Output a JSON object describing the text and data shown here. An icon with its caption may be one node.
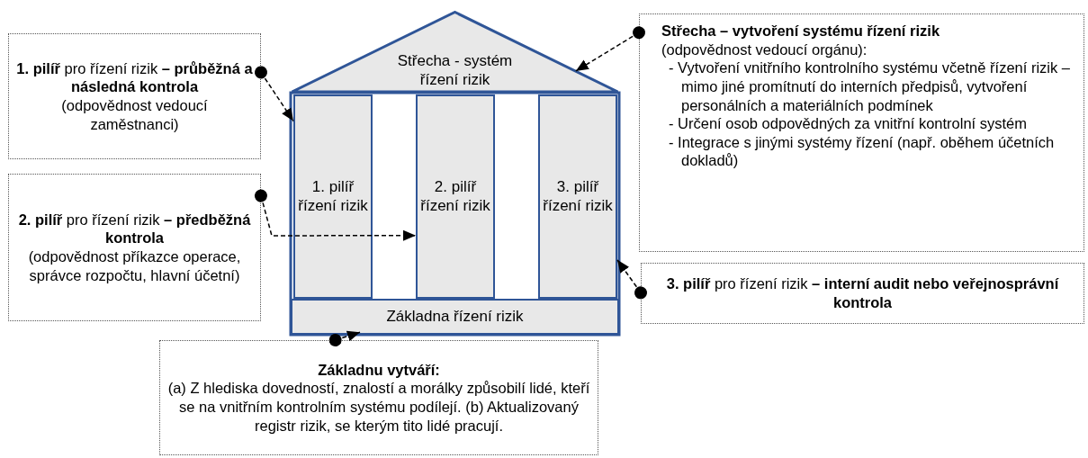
{
  "diagram": {
    "nodes": [
      {
        "text": [
          "Střecha - systém řízení rizik"
        ]
      },
      {
        "text": [
          "1. pilíř řízení rizik"
        ]
      },
      {
        "text": [
          "2. pilíř řízení rizik"
        ]
      },
      {
        "text": [
          "3. pilíř řízení rizik"
        ]
      },
      {
        "text": [
          "Základna řízení rizik"
        ]
      },
      {
        "text": [
          "**1. pilíř** pro řízení rizik **– průběžná a následná kontrola**",
          "(odpovědnost vedoucí zaměstnanci)"
        ]
      },
      {
        "text": [
          "**2. pilíř** pro řízení rizik **– předběžná kontrola**",
          "(odpovědnost příkazce operace, správce rozpočtu, hlavní účetní)"
        ]
      },
      {
        "text": [
          "Střecha – vytvoření systému řízení rizik",
          "(odpovědnost vedoucí orgánu):",
          "- Vytvoření vnitřního kontrolního systému včetně řízení rizik – mimo jiné promítnutí do interních předpisů, vytvoření personálních a materiálních podmínek",
          "- Určení osob odpovědných za vnitřní kontrolní systém",
          "- Integrace s jinými systémy řízení (např. oběhem účetních dokladů)"
        ]
      },
      {
        "text": [
          "**3. pilíř** pro řízení rizik **– interní audit nebo veřejnosprávní kontrola**"
        ]
      },
      {
        "text": [
          "Základnu vytváří:",
          "(a) Z hlediska dovedností, znalostí a morálky způsobilí lidé, kteří se na vnitřním kontrolním systému podílejí. (b) Aktualizovaný registr rizik, se kterým tito lidé pracují."
        ]
      }
    ],
    "edges": [
      {
        "from": 5,
        "to": 1,
        "arrow": "to",
        "style": "dashed"
      },
      {
        "from": 6,
        "to": 2,
        "arrow": "to",
        "style": "dashed"
      },
      {
        "from": 7,
        "to": 0,
        "arrow": "to",
        "style": "dashed"
      },
      {
        "from": 8,
        "to": 3,
        "arrow": "to",
        "style": "dashed"
      },
      {
        "from": 9,
        "to": 4,
        "arrow": "to",
        "style": "dashed"
      }
    ]
  }
}
